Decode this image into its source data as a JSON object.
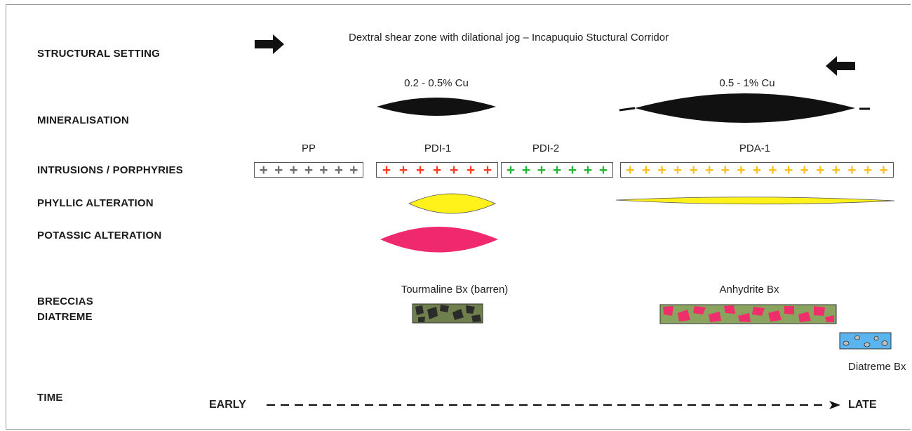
{
  "labels": {
    "structural_setting": "STRUCTURAL SETTING",
    "mineralisation": "MINERALISATION",
    "intrusions": "INTRUSIONS / PORPHYRIES",
    "phyllic": "PHYLLIC  ALTERATION",
    "potassic": "POTASSIC ALTERATION",
    "breccias": "BRECCIAS",
    "diatreme": "DIATREME",
    "time": "TIME"
  },
  "structural_caption": "Dextral shear zone with dilational jog – Incapuquio Stuctural Corridor",
  "mineralisation": {
    "left_grade": "0.2 - 0.5% Cu",
    "right_grade": "0.5 - 1% Cu"
  },
  "intrusions": [
    {
      "name": "PP",
      "symbol": "+",
      "count": 7,
      "color": "#6e6e6e"
    },
    {
      "name": "PDI-1",
      "symbol": "+",
      "count": 7,
      "color": "#ff3b1f"
    },
    {
      "name": "PDI-2",
      "symbol": "+",
      "count": 7,
      "color": "#1fb832"
    },
    {
      "name": "PDA-1",
      "symbol": "+",
      "count": 17,
      "color": "#ffbf1f"
    }
  ],
  "colors": {
    "mineralisation": "#111111",
    "phyllic": "#fff21a",
    "potassic": "#f0286e",
    "tourmaline_matrix": "#6f7f4d",
    "anhydrite_matrix": "#8aa35e",
    "anhydrite_clast": "#ef2f6b",
    "diatreme_fill": "#5ab4f0"
  },
  "breccias": {
    "tourmaline": "Tourmaline Bx (barren)",
    "anhydrite": "Anhydrite Bx",
    "diatreme": "Diatreme Bx"
  },
  "time": {
    "early": "EARLY",
    "late": "LATE"
  },
  "icons": [
    "right-arrow-icon",
    "left-arrow-icon"
  ]
}
